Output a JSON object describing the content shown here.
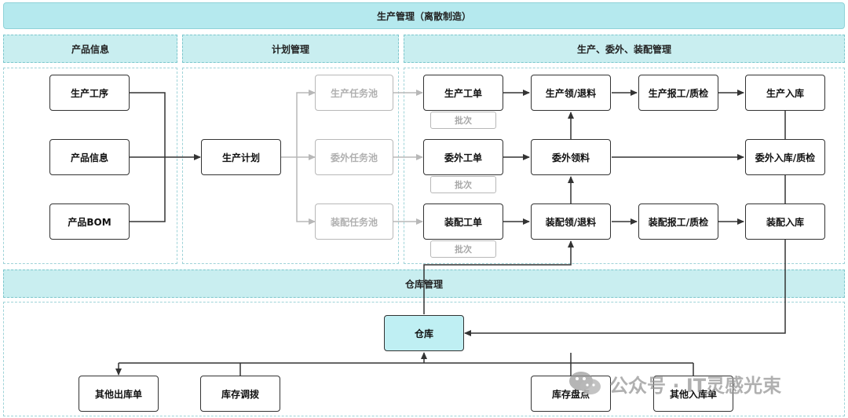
{
  "header": {
    "title": "生产管理（离散制造）"
  },
  "sections": {
    "product_info": "产品信息",
    "plan_mgmt": "计划管理",
    "production": "生产、委外、装配管理",
    "warehouse_mgmt": "仓库管理"
  },
  "nodes": {
    "routing": "生产工序",
    "product_info": "产品信息",
    "product_bom": "产品BOM",
    "production_plan": "生产计划",
    "prod_task_pool": "生产任务池",
    "outsource_task_pool": "委外任务池",
    "assembly_task_pool": "装配任务池",
    "work_order": "生产工单",
    "outsource_order": "委外工单",
    "assembly_order": "装配工单",
    "batch": "批次",
    "prod_material_issue": "生产领/退料",
    "outsource_material_issue": "委外领料",
    "assembly_material_issue": "装配领/退料",
    "prod_report_qc": "生产报工/质检",
    "assembly_report_qc": "装配报工/质检",
    "prod_receipt": "生产入库",
    "outsource_receipt_qc": "委外入库/质检",
    "assembly_receipt": "装配入库",
    "warehouse": "仓库",
    "other_outbound": "其他出库单",
    "stock_transfer": "库存调拨",
    "stocktaking": "库存盘点",
    "other_inbound": "其他入库单"
  },
  "watermark": {
    "text": "公众号 · IT灵感光束"
  },
  "colors": {
    "band": "#c9eef0",
    "warehouse_fill": "#bfeff3",
    "faded": "#b8b8b8",
    "edge": "#333333"
  }
}
